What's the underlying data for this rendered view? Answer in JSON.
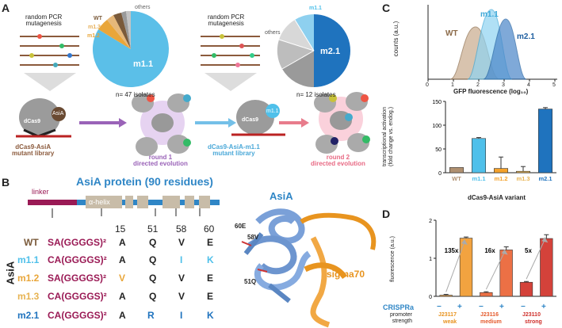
{
  "panels": {
    "a": "A",
    "b": "B",
    "c": "C",
    "d": "D"
  },
  "panelA": {
    "mut1_title": "random PCR\nmutagenesis",
    "mut2_title": "random PCR\nmutagenesis",
    "pie1": {
      "labels": [
        "WT",
        "m1.3",
        "m1.2",
        "others",
        "m1.1"
      ],
      "isolates": "n= 47 isolates"
    },
    "pie2": {
      "labels": [
        "m1.1",
        "others",
        "m2.1"
      ],
      "isolates": "n= 12 isolates"
    },
    "dcas9": "dCas9",
    "asia": "AsiA",
    "m11": "m1.1",
    "lib1": "dCas9-AsiA\nmutant library",
    "lib2": "dCas9-AsiA-m1.1\nmutant library",
    "round1": "round 1\ndirected evolution",
    "round2": "round 2\ndirected evolution"
  },
  "panelB": {
    "title": "AsiA protein (90 residues)",
    "linker": "linker",
    "helix": "α-helix",
    "positions": [
      "15",
      "51",
      "58",
      "60"
    ],
    "side_label": "AsiA",
    "rows": [
      {
        "name": "WT",
        "linker": "SA(GGGGS)²",
        "r15": "A",
        "r51": "Q",
        "r58": "V",
        "r60": "E"
      },
      {
        "name": "m1.1",
        "linker": "CA(GGGGS)²",
        "r15": "A",
        "r51": "Q",
        "r58": "I",
        "r60": "K"
      },
      {
        "name": "m1.2",
        "linker": "SA(GGGGS)²",
        "r15": "V",
        "r51": "Q",
        "r58": "V",
        "r60": "E"
      },
      {
        "name": "m1.3",
        "linker": "CA(GGGGS)²",
        "r15": "A",
        "r51": "Q",
        "r58": "V",
        "r60": "E"
      },
      {
        "name": "m2.1",
        "linker": "CA(GGGGS)²",
        "r15": "A",
        "r51": "R",
        "r58": "I",
        "r60": "K"
      }
    ],
    "structure": {
      "asia": "AsiA",
      "sigma": "sigma70",
      "res60": "60E",
      "res58": "58V",
      "res51": "51Q"
    }
  },
  "panelC": {
    "hist": {
      "ylabel": "counts (a.u.)",
      "xlabel": "GFP fluorescence (log₁₀)",
      "xticks": [
        "0",
        "1",
        "2",
        "3",
        "4",
        "5"
      ],
      "labels": [
        "WT",
        "m1.1",
        "m2.1"
      ]
    },
    "chart_data": {
      "type": "bar",
      "categories": [
        "WT",
        "m1.1",
        "m1.2",
        "m1.3",
        "m2.1"
      ],
      "values": [
        11,
        72,
        9,
        3,
        134
      ],
      "errors": [
        0,
        2,
        24,
        10,
        3
      ],
      "colors": [
        "#b09070",
        "#4fc0ea",
        "#f4a12a",
        "#e7b352",
        "#1f73be"
      ],
      "ylabel": "transcriptional activation\n(fold change vs. endog.)",
      "xlabel": "dCas9-AsiA variant",
      "ylim": [
        0,
        150
      ],
      "yticks": [
        "0",
        "50",
        "100",
        "150"
      ]
    }
  },
  "panelD": {
    "chart_data": {
      "type": "bar",
      "categories": [
        "J23117 −",
        "J23117 +",
        "J23116 −",
        "J23116 +",
        "J23110 −",
        "J23110 +"
      ],
      "values": [
        0.03,
        1.53,
        0.1,
        1.22,
        0.37,
        1.52
      ],
      "errors": [
        0.02,
        0.03,
        0.02,
        0.08,
        0.02,
        0.1
      ],
      "colors": [
        "#f2a340",
        "#f2a340",
        "#ec7045",
        "#ec7045",
        "#d4423a",
        "#d4423a"
      ],
      "ylabel": "fluorescence (a.u.)",
      "ylim": [
        0,
        2
      ],
      "yticks": [
        "0",
        "1",
        "2"
      ],
      "folds": [
        "135x",
        "16x",
        "5x"
      ]
    },
    "crispra": "CRISPRa",
    "promoter": "promoter\nstrength",
    "signs": [
      "−",
      "+",
      "−",
      "+",
      "−",
      "+"
    ],
    "promoters": [
      {
        "name": "J23117",
        "strength": "weak",
        "color": "#e8931f"
      },
      {
        "name": "J23116",
        "strength": "medium",
        "color": "#e45a2c"
      },
      {
        "name": "J23110",
        "strength": "strong",
        "color": "#cf2f2a"
      }
    ]
  }
}
